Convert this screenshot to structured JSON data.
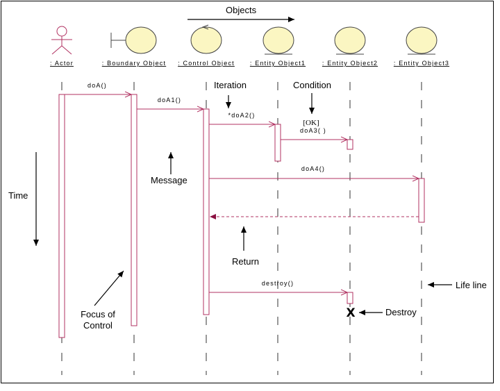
{
  "header": {
    "objects_label": "Objects"
  },
  "participants": [
    {
      "id": "actor",
      "label": ": Actor",
      "kind": "actor"
    },
    {
      "id": "boundary",
      "label": ": Boundary Object",
      "kind": "boundary"
    },
    {
      "id": "control",
      "label": ": Control Object",
      "kind": "control"
    },
    {
      "id": "entity1",
      "label": ": Entity Object1",
      "kind": "entity"
    },
    {
      "id": "entity2",
      "label": ": Entity Object2",
      "kind": "entity"
    },
    {
      "id": "entity3",
      "label": ": Entity Object3",
      "kind": "entity"
    }
  ],
  "messages": [
    {
      "from": "actor",
      "to": "boundary",
      "label": "doA()",
      "kind": "call"
    },
    {
      "from": "boundary",
      "to": "control",
      "label": "doA1()",
      "kind": "call"
    },
    {
      "from": "control",
      "to": "entity1",
      "label": "*doA2()",
      "kind": "call"
    },
    {
      "from": "entity1",
      "to": "entity2",
      "label": "doA3( )",
      "guard": "[OK]",
      "kind": "call"
    },
    {
      "from": "control",
      "to": "entity3",
      "label": "doA4()",
      "kind": "call"
    },
    {
      "from": "entity3",
      "to": "control",
      "label": "",
      "kind": "return"
    },
    {
      "from": "control",
      "to": "entity2",
      "label": "destroy()",
      "kind": "call"
    }
  ],
  "annotations": {
    "iteration": "Iteration",
    "condition": "Condition",
    "message": "Message",
    "time": "Time",
    "return": "Return",
    "lifeline": "Life line",
    "focus_line1": "Focus of",
    "focus_line2": "Control",
    "destroy": "Destroy",
    "destroy_mark": "X"
  },
  "colors": {
    "message_line": "#b03060",
    "object_fill": "#fbf6c2",
    "annotation_arrow": "#000000"
  }
}
